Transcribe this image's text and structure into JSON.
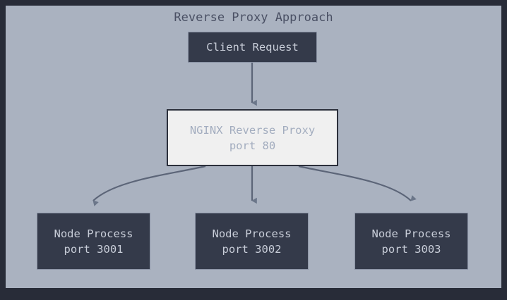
{
  "diagram": {
    "title": "Reverse Proxy Approach",
    "type": "flowchart",
    "direction": "top-down",
    "colors": {
      "frame_background": "#282c38",
      "canvas_background": "#aab2c0",
      "node_fill": "#343a4a",
      "node_text": "#c8cdd8",
      "node_border": "#8b93a5",
      "highlight_fill": "#f0f0f0",
      "highlight_text": "#a3adbf",
      "highlight_border": "#2b2f3b",
      "title_text": "#4a5064",
      "edge_stroke": "#5c6578",
      "arrowhead_fill": "#6b7689"
    },
    "nodes": [
      {
        "id": "client",
        "label_line1": "Client Request",
        "label_line2": "",
        "style": "dark"
      },
      {
        "id": "nginx",
        "label_line1": "NGINX Reverse Proxy",
        "label_line2": "port 80",
        "style": "highlight"
      },
      {
        "id": "node1",
        "label_line1": "Node Process",
        "label_line2": "port 3001",
        "style": "dark"
      },
      {
        "id": "node2",
        "label_line1": "Node Process",
        "label_line2": "port 3002",
        "style": "dark"
      },
      {
        "id": "node3",
        "label_line1": "Node Process",
        "label_line2": "port 3003",
        "style": "dark"
      }
    ],
    "edges": [
      {
        "id": "e1",
        "from": "client",
        "to": "nginx",
        "shape": "straight"
      },
      {
        "id": "e2",
        "from": "nginx",
        "to": "node1",
        "shape": "curved-left"
      },
      {
        "id": "e3",
        "from": "nginx",
        "to": "node2",
        "shape": "straight"
      },
      {
        "id": "e4",
        "from": "nginx",
        "to": "node3",
        "shape": "curved-right"
      }
    ]
  }
}
